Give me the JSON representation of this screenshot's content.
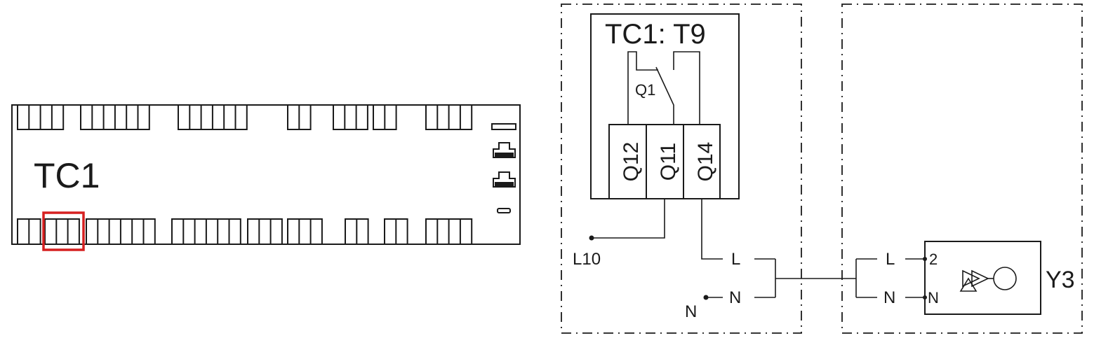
{
  "controller": {
    "label": "TC1",
    "top_terminal_groups": [
      4,
      6,
      6,
      2,
      3,
      2,
      4
    ],
    "bottom_terminal_groups": [
      2,
      3,
      6,
      6,
      3,
      3,
      2,
      2,
      4
    ],
    "highlight_color": "#d62020"
  },
  "relay": {
    "title": "TC1:  T9",
    "switch_label": "Q1",
    "terminals": [
      "Q12",
      "Q11",
      "Q14"
    ]
  },
  "wiring": {
    "supply_label": "L10",
    "neutral_label": "N",
    "left_L": "L",
    "left_N": "N",
    "right_L": "L",
    "right_N": "N"
  },
  "valve": {
    "label": "Y3",
    "pin_top": "2",
    "pin_bottom": "N"
  }
}
